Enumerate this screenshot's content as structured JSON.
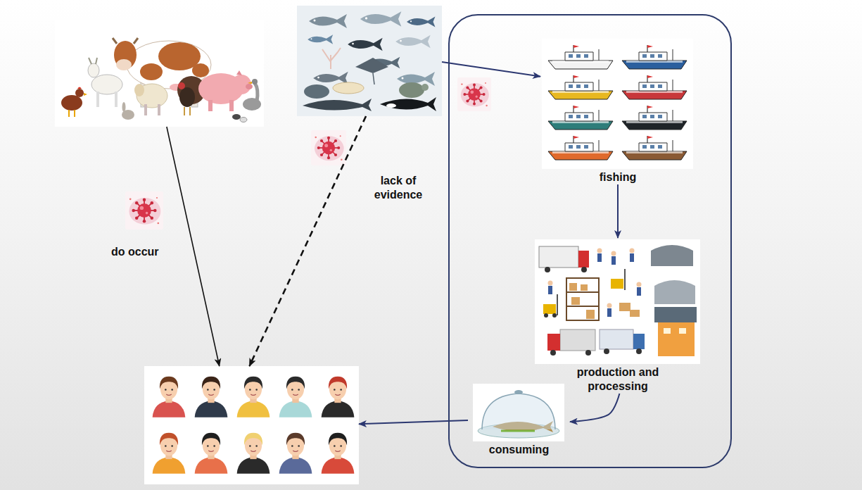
{
  "diagram": {
    "nodes": [
      {
        "text": []
      },
      {
        "text": []
      },
      {
        "text": []
      },
      {
        "text": [
          "fishing"
        ],
        "in": 2
      },
      {
        "text": [
          "production and processing"
        ],
        "in": 2
      },
      {
        "text": [
          "consuming"
        ],
        "in": 2
      },
      {
        "text": []
      }
    ],
    "edges": [
      {
        "from": 0,
        "to": 6,
        "arrow": "to",
        "label": "do occur"
      },
      {
        "from": 1,
        "to": 6,
        "arrow": "to",
        "label": "lack of evidence"
      },
      {
        "from": 1,
        "to": 3,
        "arrow": "to"
      },
      {
        "from": 3,
        "to": 4,
        "arrow": "to"
      },
      {
        "from": 4,
        "to": 5,
        "arrow": "to"
      },
      {
        "from": 5,
        "to": 6,
        "arrow": "to"
      }
    ]
  }
}
